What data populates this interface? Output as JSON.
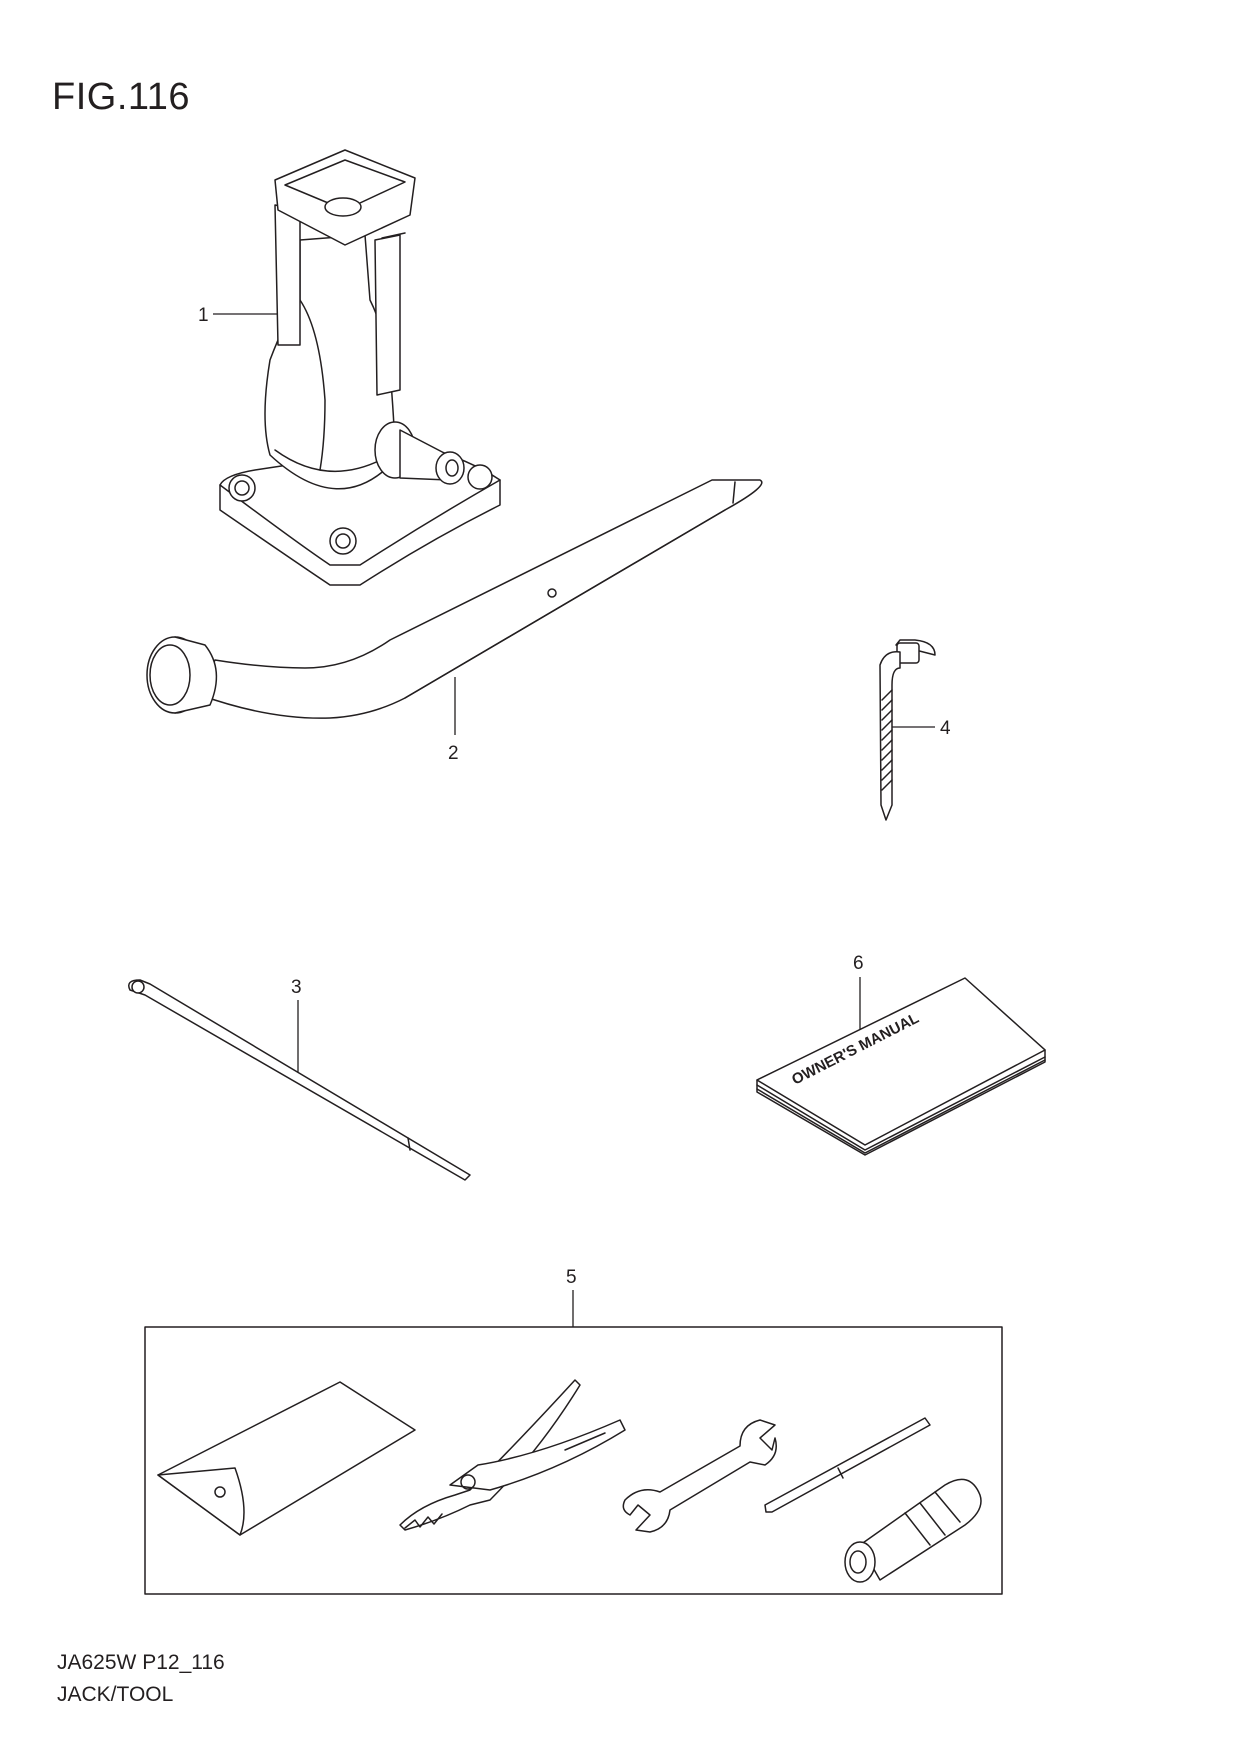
{
  "figure": {
    "title": "FIG.116"
  },
  "footer": {
    "code": "JA625W P12_116",
    "name": "JACK/TOOL"
  },
  "callouts": [
    "1",
    "2",
    "3",
    "4",
    "5",
    "6"
  ],
  "manual_cover_text": "OWNER'S MANUAL"
}
